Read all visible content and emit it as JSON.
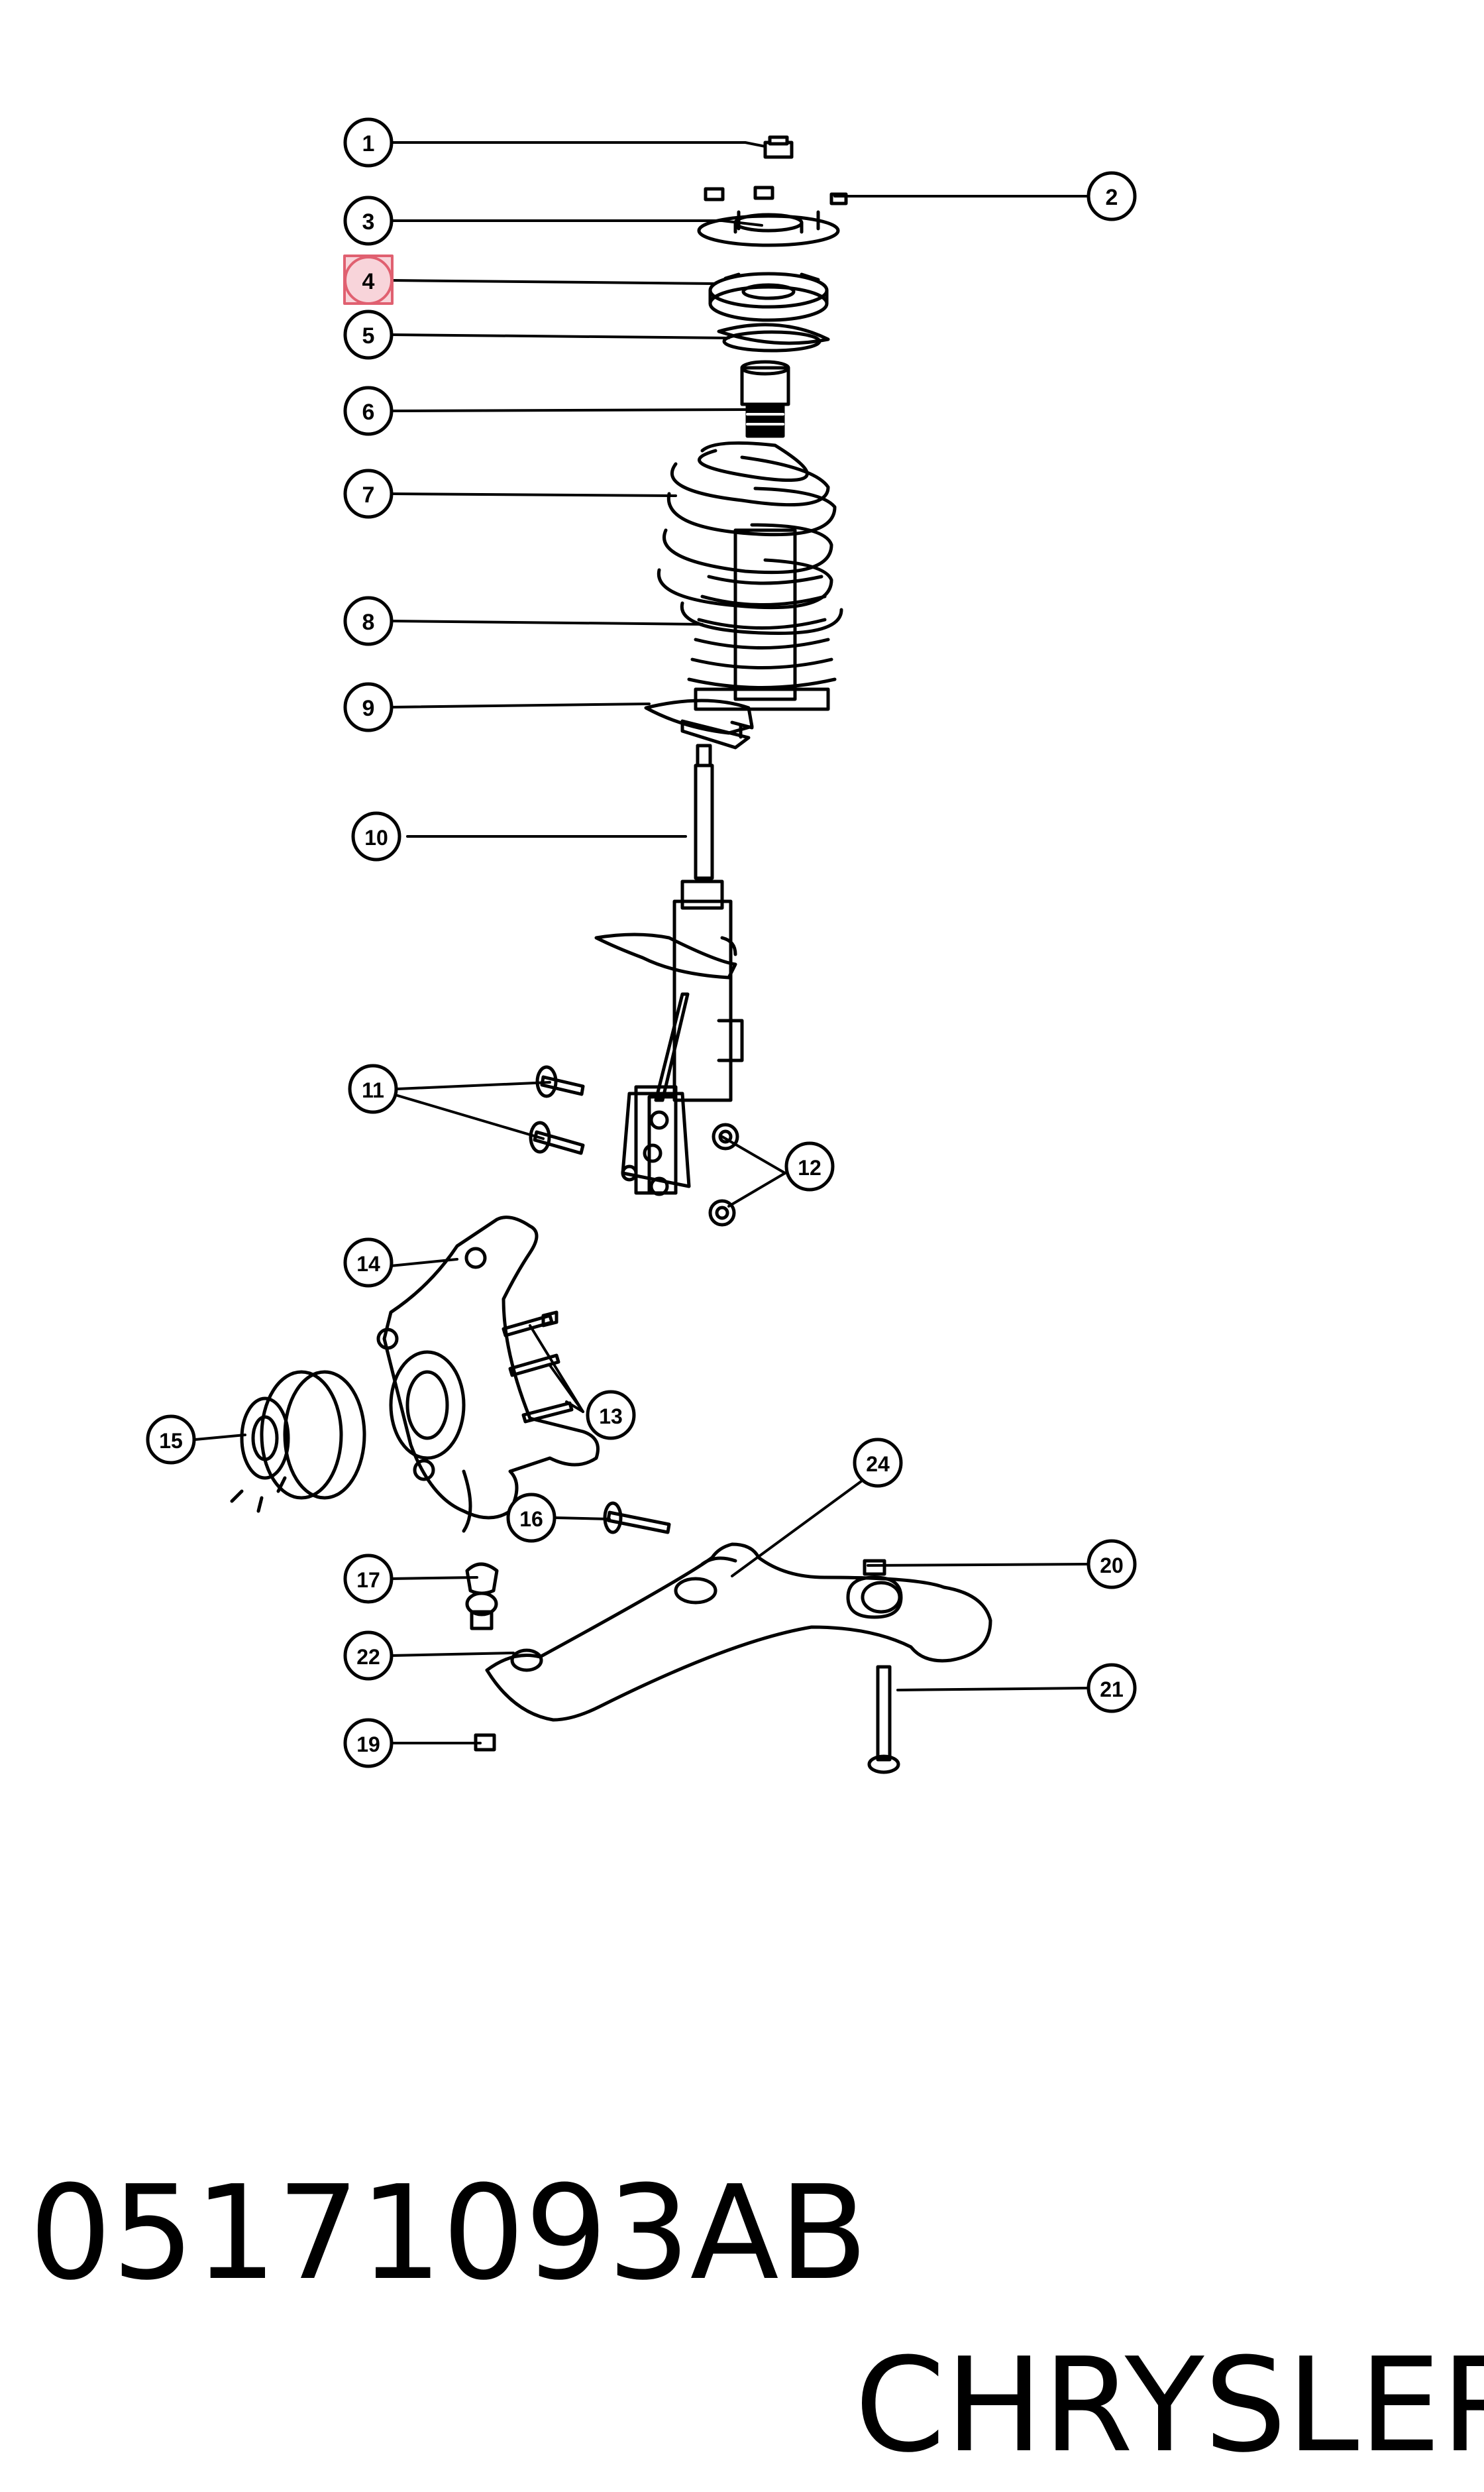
{
  "callouts": [
    {
      "id": "c1",
      "number": "1"
    },
    {
      "id": "c2",
      "number": "2"
    },
    {
      "id": "c3",
      "number": "3"
    },
    {
      "id": "c4",
      "number": "4",
      "highlighted": true
    },
    {
      "id": "c5",
      "number": "5"
    },
    {
      "id": "c6",
      "number": "6"
    },
    {
      "id": "c7",
      "number": "7"
    },
    {
      "id": "c8",
      "number": "8"
    },
    {
      "id": "c9",
      "number": "9"
    },
    {
      "id": "c10",
      "number": "10"
    },
    {
      "id": "c11",
      "number": "11"
    },
    {
      "id": "c12",
      "number": "12"
    },
    {
      "id": "c13",
      "number": "13"
    },
    {
      "id": "c14",
      "number": "14"
    },
    {
      "id": "c15",
      "number": "15"
    },
    {
      "id": "c16",
      "number": "16"
    },
    {
      "id": "c17",
      "number": "17"
    },
    {
      "id": "c19",
      "number": "19"
    },
    {
      "id": "c20",
      "number": "20"
    },
    {
      "id": "c21",
      "number": "21"
    },
    {
      "id": "c22",
      "number": "22"
    },
    {
      "id": "c24",
      "number": "24"
    }
  ],
  "highlight_color": "#e06070",
  "part_number": "05171093AB",
  "brand": "CHRYSLER"
}
